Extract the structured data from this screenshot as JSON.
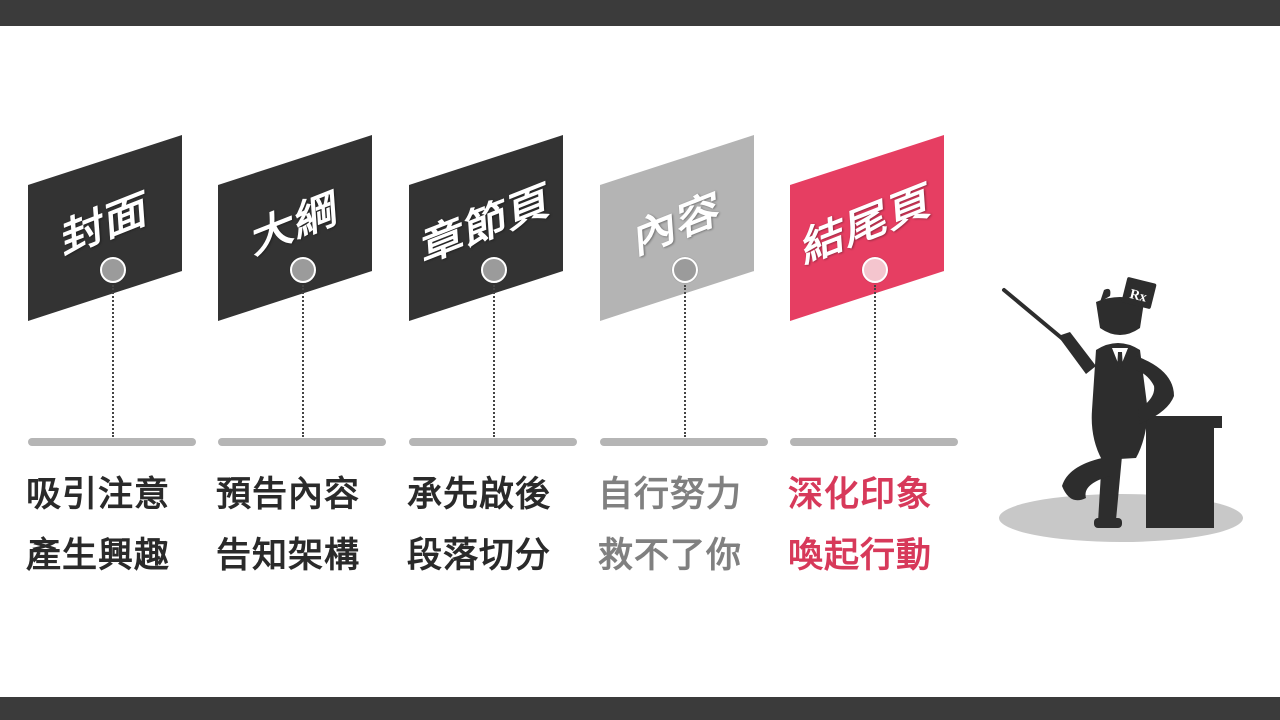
{
  "columns": [
    {
      "title": "封面",
      "line1": "吸引注意",
      "line2": "產生興趣",
      "tone": "dark"
    },
    {
      "title": "大綱",
      "line1": "預告內容",
      "line2": "告知架構",
      "tone": "dark"
    },
    {
      "title": "章節頁",
      "line1": "承先啟後",
      "line2": "段落切分",
      "tone": "dark"
    },
    {
      "title": "內容",
      "line1": "自行努力",
      "line2": "救不了你",
      "tone": "gray"
    },
    {
      "title": "結尾頁",
      "line1": "深化印象",
      "line2": "喚起行動",
      "tone": "red"
    }
  ],
  "presenter": {
    "badge_text": "Rx",
    "icon": "presenter-with-pointer-icon"
  },
  "colors": {
    "dark": "#333333",
    "gray": "#b4b4b4",
    "accent": "#e63e62",
    "frame": "#3b3b3b"
  }
}
